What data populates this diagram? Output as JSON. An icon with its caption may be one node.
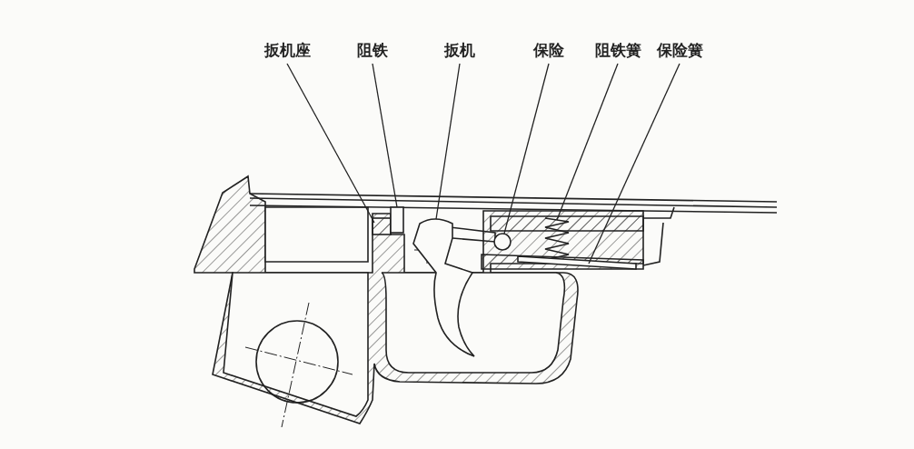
{
  "diagram": {
    "nodes": [
      {
        "text": [
          "扳机座"
        ]
      },
      {
        "text": [
          "阻铁"
        ]
      },
      {
        "text": [
          "扳机"
        ]
      },
      {
        "text": [
          "保险"
        ]
      },
      {
        "text": [
          "阻铁簧"
        ]
      },
      {
        "text": [
          "保险簧"
        ]
      },
      {
        "text": [],
        "shape": "box"
      },
      {
        "text": [],
        "shape": "box"
      },
      {
        "text": [],
        "shape": "picture"
      },
      {
        "text": [],
        "shape": "circle"
      },
      {
        "text": [],
        "shape": "picture"
      },
      {
        "text": [],
        "shape": "bar"
      }
    ],
    "edges": [
      {
        "from": 0,
        "to": 6,
        "arrow": "none"
      },
      {
        "from": 1,
        "to": 7,
        "arrow": "none"
      },
      {
        "from": 2,
        "to": 8,
        "arrow": "none"
      },
      {
        "from": 3,
        "to": 9,
        "arrow": "none"
      },
      {
        "from": 4,
        "to": 10,
        "arrow": "none"
      },
      {
        "from": 5,
        "to": 11,
        "arrow": "none"
      }
    ]
  }
}
